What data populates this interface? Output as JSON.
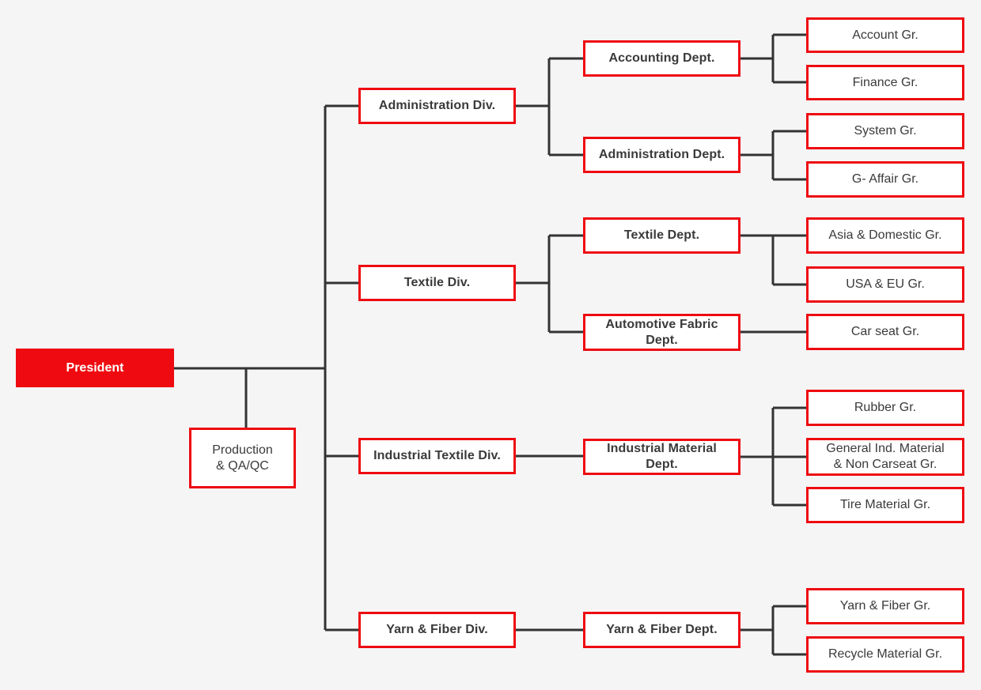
{
  "colors": {
    "background": "#f5f5f6",
    "accent_red": "#ee0a10",
    "line": "#333333",
    "text_dark": "#3a3a3a",
    "text_light": "#ffffff",
    "box_background": "#ffffff"
  },
  "nodes": {
    "president": {
      "label": "President"
    },
    "production_qaqc": {
      "label": "Production\n& QA/QC"
    },
    "administration_div": {
      "label": "Administration Div."
    },
    "textile_div": {
      "label": "Textile Div."
    },
    "industrial_textile_div": {
      "label": "Industrial Textile Div."
    },
    "yarn_fiber_div": {
      "label": "Yarn & Fiber Div."
    },
    "accounting_dept": {
      "label": "Accounting Dept."
    },
    "administration_dept": {
      "label": "Administration Dept."
    },
    "textile_dept": {
      "label": "Textile Dept."
    },
    "automotive_fabric_dept": {
      "label": "Automotive Fabric\nDept."
    },
    "industrial_material_dept": {
      "label": "Industrial Material\nDept."
    },
    "yarn_fiber_dept": {
      "label": "Yarn & Fiber Dept."
    },
    "account_gr": {
      "label": "Account Gr."
    },
    "finance_gr": {
      "label": "Finance Gr."
    },
    "system_gr": {
      "label": "System Gr."
    },
    "g_affair_gr": {
      "label": "G- Affair Gr."
    },
    "asia_domestic_gr": {
      "label": "Asia & Domestic Gr."
    },
    "usa_eu_gr": {
      "label": "USA & EU Gr."
    },
    "car_seat_gr": {
      "label": "Car seat Gr."
    },
    "rubber_gr": {
      "label": "Rubber Gr."
    },
    "general_ind_material_gr": {
      "label": "General Ind. Material\n& Non Carseat Gr."
    },
    "tire_material_gr": {
      "label": "Tire Material Gr."
    },
    "yarn_fiber_gr": {
      "label": "Yarn & Fiber Gr."
    },
    "recycle_material_gr": {
      "label": "Recycle Material Gr."
    }
  }
}
